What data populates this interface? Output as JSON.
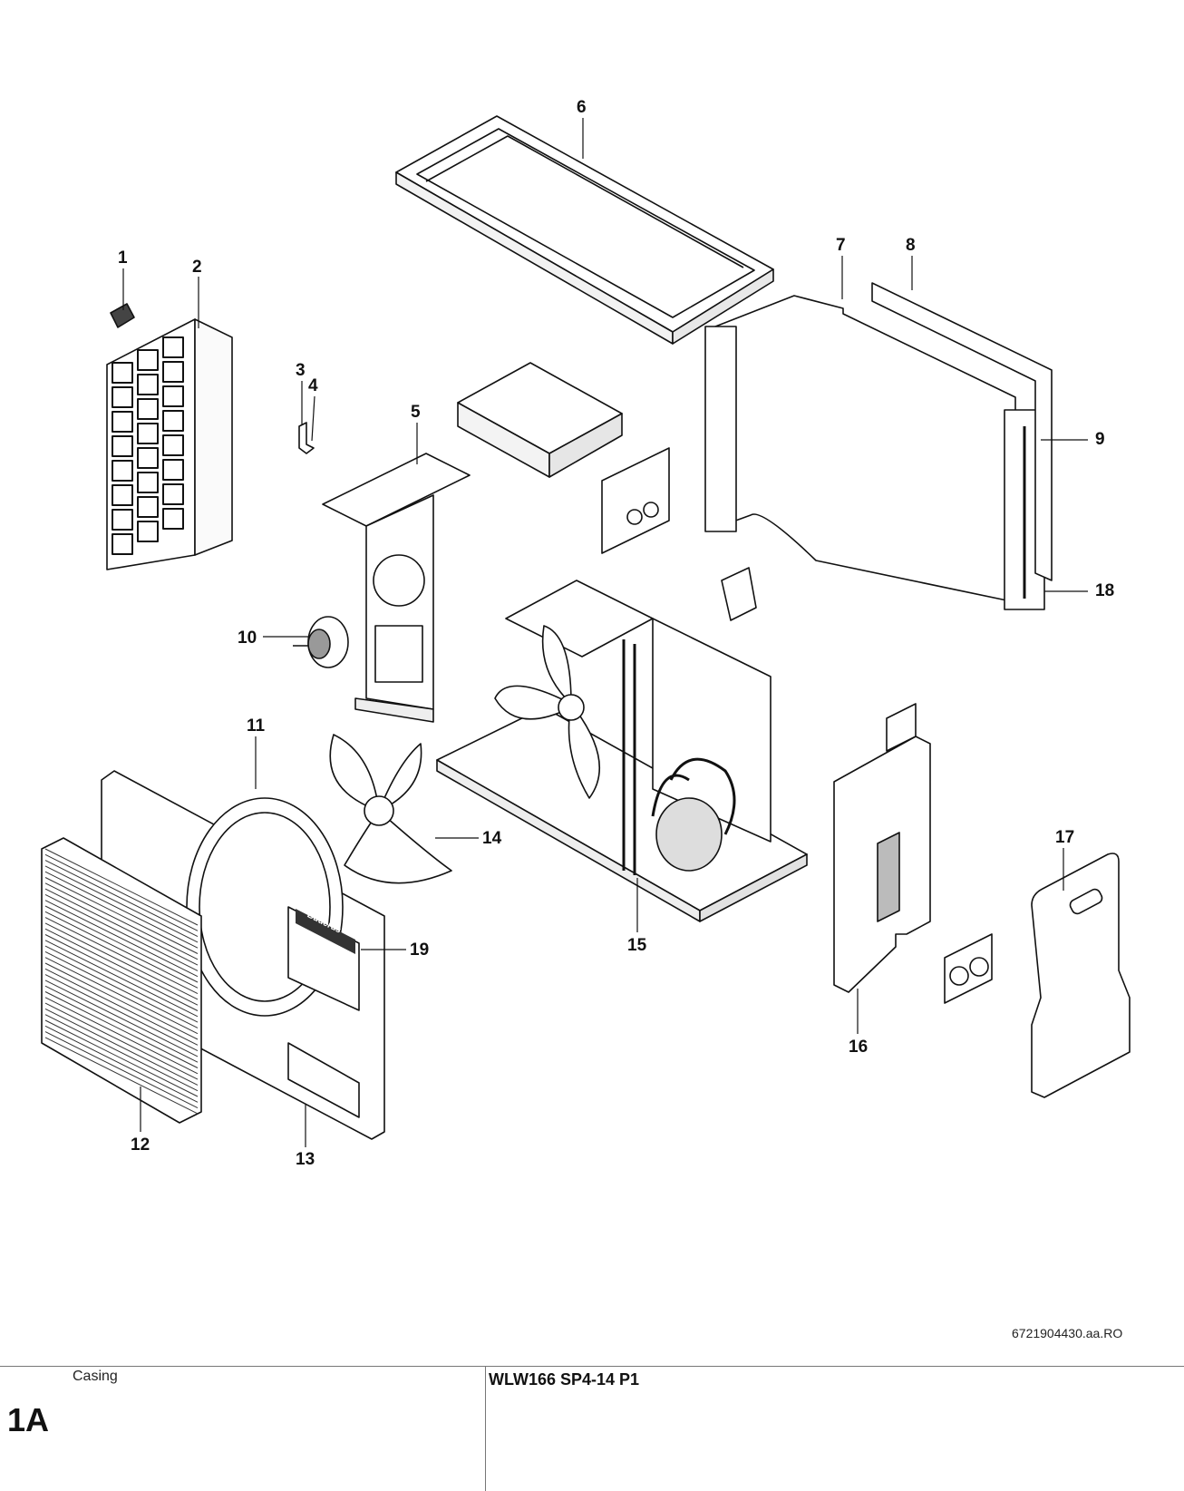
{
  "callouts": [
    {
      "id": "1",
      "label": "1"
    },
    {
      "id": "2",
      "label": "2"
    },
    {
      "id": "3",
      "label": "3"
    },
    {
      "id": "4",
      "label": "4"
    },
    {
      "id": "5",
      "label": "5"
    },
    {
      "id": "6",
      "label": "6"
    },
    {
      "id": "7",
      "label": "7"
    },
    {
      "id": "8",
      "label": "8"
    },
    {
      "id": "9",
      "label": "9"
    },
    {
      "id": "10",
      "label": "10"
    },
    {
      "id": "11",
      "label": "11"
    },
    {
      "id": "12",
      "label": "12"
    },
    {
      "id": "13",
      "label": "13"
    },
    {
      "id": "14",
      "label": "14"
    },
    {
      "id": "15",
      "label": "15"
    },
    {
      "id": "16",
      "label": "16"
    },
    {
      "id": "17",
      "label": "17"
    },
    {
      "id": "18",
      "label": "18"
    },
    {
      "id": "19",
      "label": "19"
    }
  ],
  "brand_badge": "Buderus",
  "drawing_code": "6721904430.aa.RO",
  "footer": {
    "section_name": "Casing",
    "sheet_id": "1A",
    "model": "WLW166 SP4-14 P1"
  }
}
